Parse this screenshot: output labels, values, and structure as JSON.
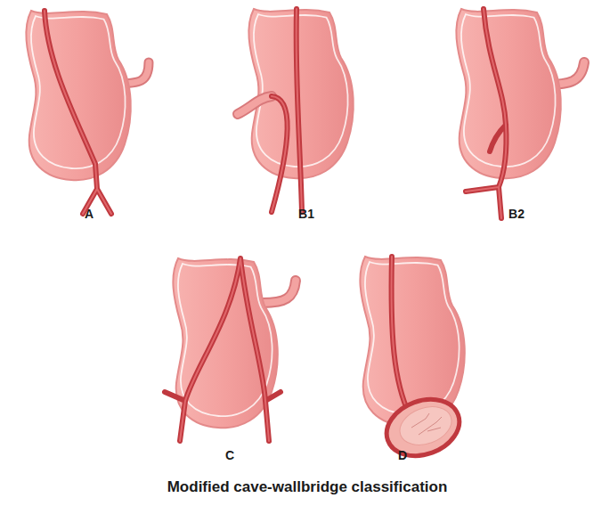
{
  "diagram": {
    "title": "Modified cave-wallbridge classification",
    "labels": [
      "A",
      "B1",
      "B2",
      "C",
      "D"
    ]
  }
}
